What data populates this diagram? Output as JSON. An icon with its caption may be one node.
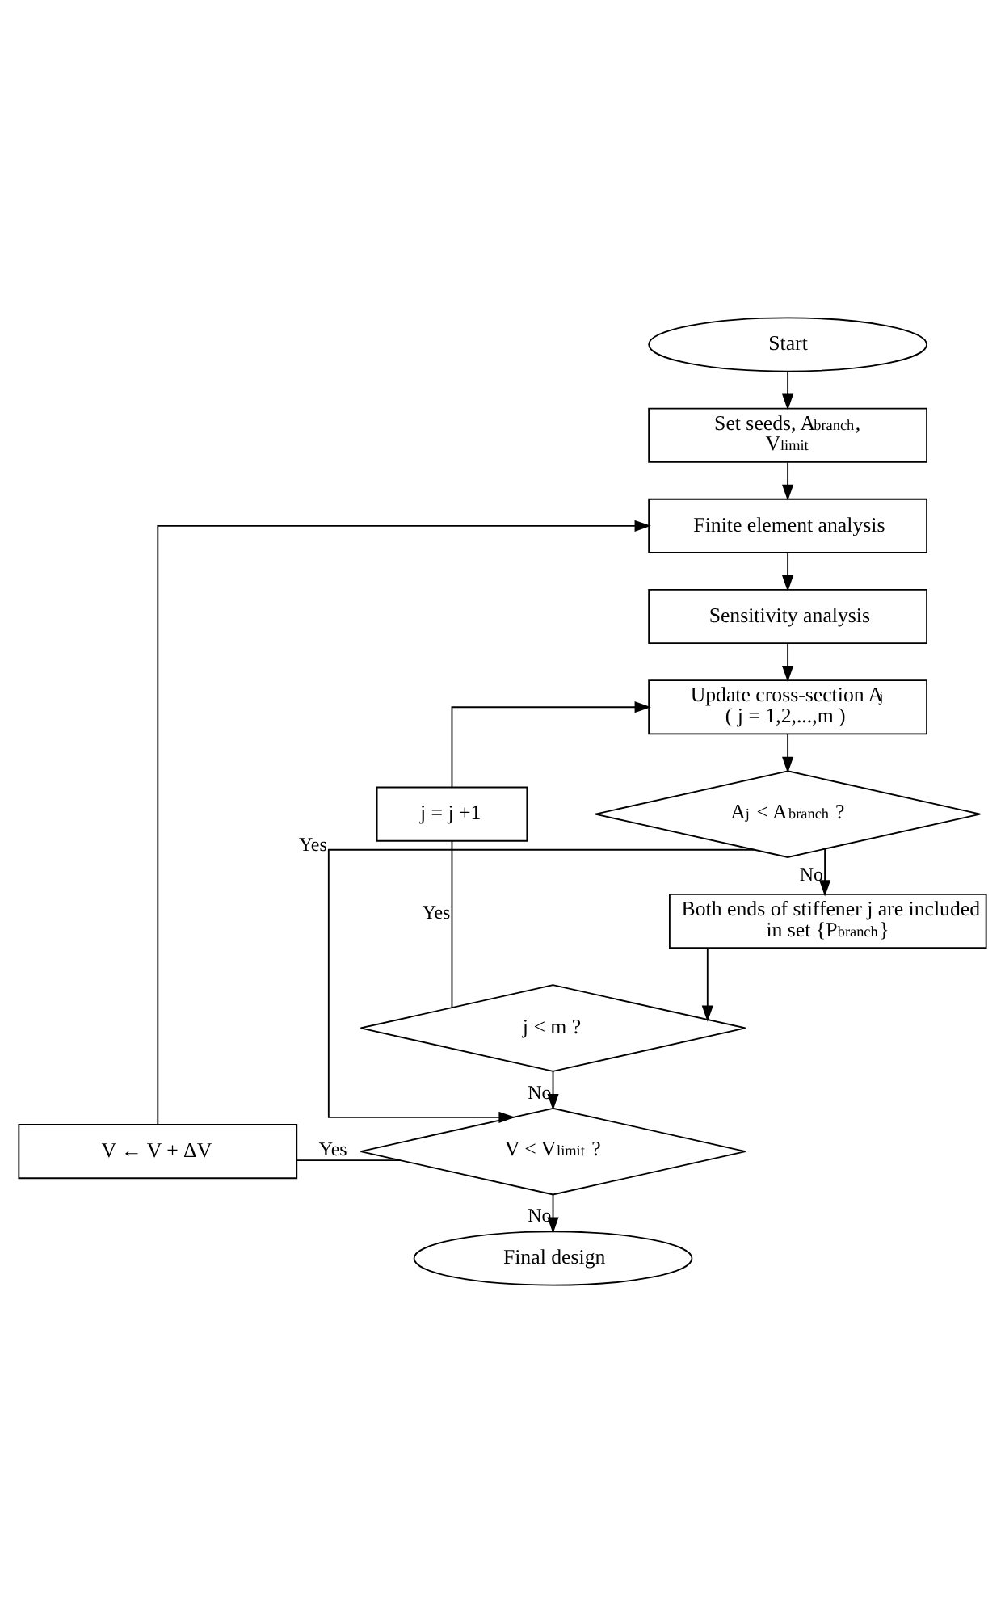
{
  "diagram": {
    "nodes": [
      {
        "text": [
          "Start"
        ]
      },
      {
        "text": [
          "Set seeds, A$_{branch}$, V$_{limit}$"
        ]
      },
      {
        "text": [
          "Finite element analysis"
        ]
      },
      {
        "text": [
          "Sensitivity analysis"
        ]
      },
      {
        "text": [
          "Update cross-section A$_{j}$ ( j = 1,2,...,m )"
        ]
      },
      {
        "text": [
          "A$_{j}$ < A$_{branch}$ ?"
        ]
      },
      {
        "text": [
          "j = j +1"
        ]
      },
      {
        "text": [
          "Both ends of stiffener j are included in set {P$_{branch}$}"
        ]
      },
      {
        "text": [
          "j < m ?"
        ]
      },
      {
        "text": [
          "V ← V + ΔV"
        ]
      },
      {
        "text": [
          "V < V$_{limit}$ ?"
        ]
      },
      {
        "text": [
          "Final design"
        ]
      }
    ],
    "edges": [
      {
        "from": 0,
        "to": 1,
        "arrow": "to"
      },
      {
        "from": 1,
        "to": 2,
        "arrow": "to"
      },
      {
        "from": 2,
        "to": 3,
        "arrow": "to"
      },
      {
        "from": 3,
        "to": 4,
        "arrow": "to"
      },
      {
        "from": 4,
        "to": 5,
        "arrow": "to"
      },
      {
        "from": 5,
        "to": 7,
        "arrow": "to",
        "label": "No"
      },
      {
        "from": 5,
        "to": 10,
        "arrow": "to",
        "label": "Yes"
      },
      {
        "from": 7,
        "to": 8,
        "arrow": "to"
      },
      {
        "from": 8,
        "to": 6,
        "arrow": "none",
        "label": "Yes"
      },
      {
        "from": 6,
        "to": 4,
        "arrow": "to"
      },
      {
        "from": 8,
        "to": 10,
        "arrow": "to",
        "label": "No"
      },
      {
        "from": 10,
        "to": 9,
        "arrow": "none",
        "label": "Yes"
      },
      {
        "from": 9,
        "to": 2,
        "arrow": "to"
      },
      {
        "from": 10,
        "to": 11,
        "arrow": "to",
        "label": "No"
      }
    ]
  }
}
